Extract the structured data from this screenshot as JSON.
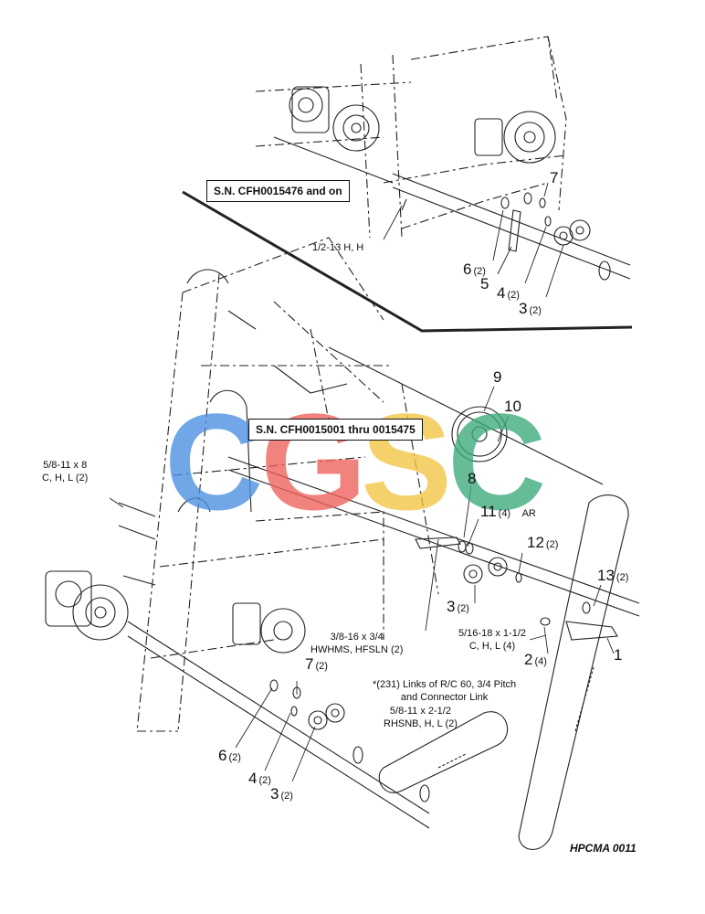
{
  "serial_upper": "S.N. CFH0015476 and on",
  "serial_lower": "S.N. CFH0015001 thru 0015475",
  "figure_id": "HPCMA 0011",
  "callouts_upper": [
    {
      "num": "7",
      "qty": ""
    },
    {
      "num": "6",
      "qty": "(2)"
    },
    {
      "num": "5",
      "qty": ""
    },
    {
      "num": "4",
      "qty": "(2)"
    },
    {
      "num": "3",
      "qty": "(2)"
    }
  ],
  "bolt_upper": "1/2-13 H, H",
  "callouts_lower": {
    "c9": {
      "num": "9"
    },
    "c10": {
      "num": "10"
    },
    "c8": {
      "num": "8"
    },
    "c11": {
      "num": "11",
      "qty": "(4)",
      "note": "AR"
    },
    "c12": {
      "num": "12",
      "qty": "(2)"
    },
    "c13": {
      "num": "13",
      "qty": "(2)"
    },
    "c3a": {
      "num": "3",
      "qty": "(2)"
    },
    "c2": {
      "num": "2",
      "qty": "(4)"
    },
    "c1": {
      "num": "1"
    },
    "c7": {
      "num": "7",
      "qty": "(2)"
    },
    "c6": {
      "num": "6",
      "qty": "(2)"
    },
    "c4": {
      "num": "4",
      "qty": "(2)"
    },
    "c3b": {
      "num": "3",
      "qty": "(2)"
    }
  },
  "specs": {
    "bolt_58_8": [
      "5/8-11 x 8",
      "C, H, L (2)"
    ],
    "bolt_516": [
      "5/16-18 x 1-1/2",
      "C, H, L (4)"
    ],
    "bolt_38": [
      "3/8-16 x 3/4",
      "HWHMS, HFSLN (2)"
    ],
    "chain": [
      "*(231) Links of R/C 60, 3/4 Pitch",
      "and Connector Link"
    ],
    "bolt_58_212": [
      "5/8-11 x 2-1/2",
      "RHSNB, H, L (2)"
    ]
  },
  "watermark": {
    "letters": [
      "C",
      "G",
      "S",
      "C"
    ],
    "colors": [
      "#4a8fe0",
      "#ee5f5b",
      "#f2c542",
      "#3aaa7a"
    ]
  }
}
